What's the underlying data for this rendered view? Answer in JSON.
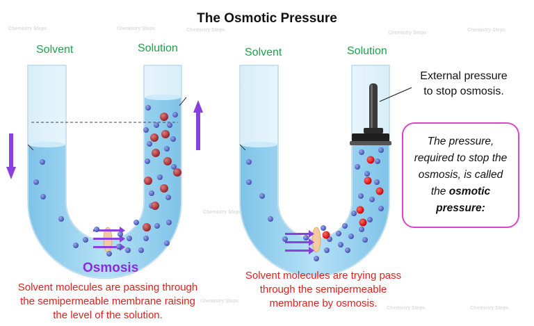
{
  "title": "The Osmotic Pressure",
  "left": {
    "solvent_label": "Solvent",
    "solution_label": "Solution",
    "osmosis_label": "Osmosis",
    "caption_lines": [
      "Solvent molecules are passing through",
      "the semipermeable membrane raising",
      "the level of the solution."
    ]
  },
  "right": {
    "solvent_label": "Solvent",
    "solution_label": "Solution",
    "external_lines": [
      "External pressure",
      "to stop osmosis."
    ],
    "caption_lines": [
      "Solvent molecules are trying pass",
      "through the semipermeable",
      "membrane by osmosis."
    ]
  },
  "callout": {
    "line1": "The pressure,",
    "line2": "required to stop the",
    "line3": "osmosis, is called",
    "line4_prefix": "the ",
    "line4_bold": "osmotic",
    "line5_bold": "pressure:"
  },
  "watermark": "Chemistry Steps",
  "colors": {
    "solvent_dot": "#4f5fb8",
    "solute_dot": "#b0303a",
    "arrow": "#8a3fe0",
    "liquid": "#9fd4ef",
    "caption": "#e0201c",
    "label_green": "#1aa34a",
    "callout_border": "#dd44cc"
  }
}
